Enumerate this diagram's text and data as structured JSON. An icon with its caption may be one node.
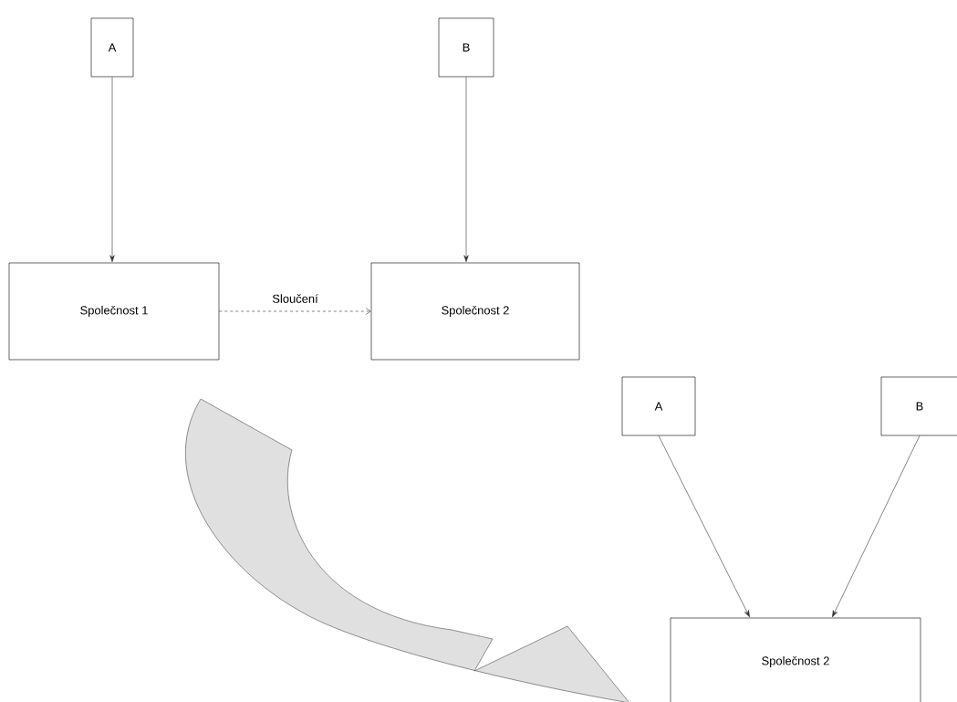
{
  "diagram": {
    "nodes": [
      {
        "text": [
          "A"
        ]
      },
      {
        "text": [
          "B"
        ]
      },
      {
        "text": [
          "Společnost 1"
        ]
      },
      {
        "text": [
          "Společnost 2"
        ]
      },
      {
        "text": [
          "A"
        ]
      },
      {
        "text": [
          "B"
        ]
      },
      {
        "text": [
          "Společnost 2"
        ]
      }
    ],
    "edges": [
      {
        "from": 0,
        "to": 2,
        "arrow": "to"
      },
      {
        "from": 1,
        "to": 3,
        "arrow": "to"
      },
      {
        "from": 2,
        "to": 3,
        "arrow": "to",
        "label": "Sloučení",
        "style": "dashed"
      },
      {
        "from": 4,
        "to": 6,
        "arrow": "to"
      },
      {
        "from": 5,
        "to": 6,
        "arrow": "to"
      }
    ]
  }
}
